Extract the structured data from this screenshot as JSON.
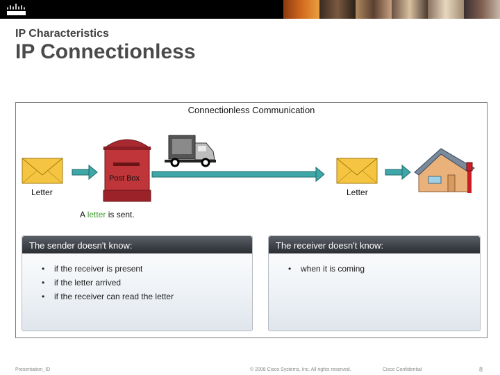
{
  "header": {
    "brand_icon": "cisco-logo-icon"
  },
  "slide": {
    "section": "IP Characteristics",
    "title": "IP Connectionless"
  },
  "diagram": {
    "title": "Connectionless Communication",
    "letter_left_label": "Letter",
    "letter_right_label": "Letter",
    "postbox_label": "Post Box",
    "sent_caption_pre": "A ",
    "sent_caption_highlight": "letter",
    "sent_caption_post": " is sent.",
    "highlight_color": "#3c9a2e",
    "sender_panel": {
      "heading": "The sender doesn't know:",
      "items": [
        "if the receiver is present",
        "if the letter arrived",
        "if the receiver can read the letter"
      ]
    },
    "receiver_panel": {
      "heading": "The receiver doesn't know:",
      "items": [
        "when it is coming"
      ]
    }
  },
  "footer": {
    "presentation": "Presentation_ID",
    "copyright": "© 2008 Cisco Systems, Inc. All rights reserved.",
    "confidential": "Cisco Confidential",
    "page": "8"
  }
}
